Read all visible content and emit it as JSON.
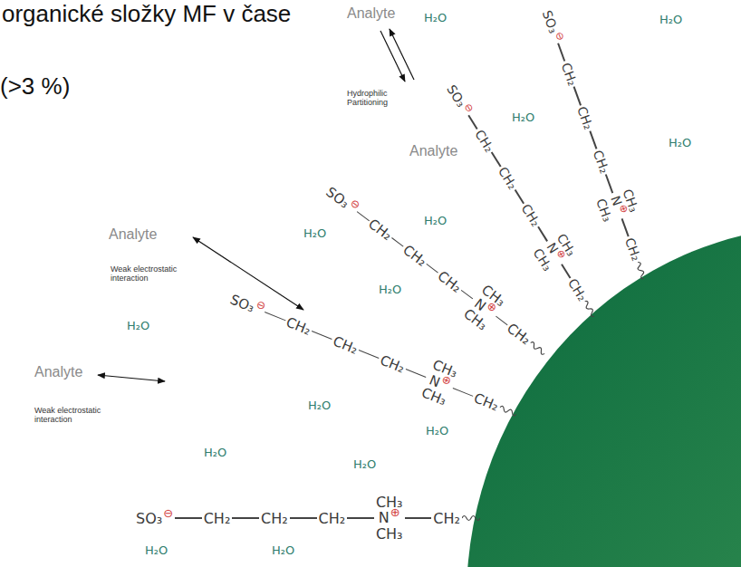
{
  "diagram": {
    "labels": [
      "organické složky MF v čase",
      "(>3 %)",
      "Analyte",
      "Hydrophilic Partitioning",
      "Analyte",
      "Analyte",
      "Weak electrostatic interaction",
      "Analyte",
      "Weak electrostatic interaction",
      "H₂O",
      "H₂O",
      "H₂O",
      "H₂O",
      "H₂O",
      "H₂O",
      "H₂O",
      "H₂O",
      "H₂O",
      "H₂O",
      "H₂O",
      "H₂O",
      "H₂O",
      "H₂O",
      "SO₃",
      "⊖",
      "CH₂",
      "CH₂",
      "CH₂",
      "CH₃",
      "N",
      "⊕",
      "CH₃",
      "CH₂",
      "SO₃",
      "⊖",
      "CH₂",
      "CH₂",
      "CH₂",
      "CH₃",
      "N",
      "⊕",
      "CH₃",
      "CH₂",
      "SO₃",
      "⊖",
      "CH₂",
      "CH₂",
      "CH₂",
      "CH₃",
      "N",
      "⊕",
      "CH₃",
      "CH₂",
      "SO₃",
      "⊖",
      "CH₂",
      "CH₂",
      "CH₂",
      "CH₃",
      "N",
      "⊕",
      "CH₃",
      "CH₂",
      "SO₃",
      "⊖",
      "CH₂",
      "CH₂",
      "CH₂",
      "CH₃",
      "N",
      "⊕",
      "CH₃",
      "CH₂"
    ]
  }
}
